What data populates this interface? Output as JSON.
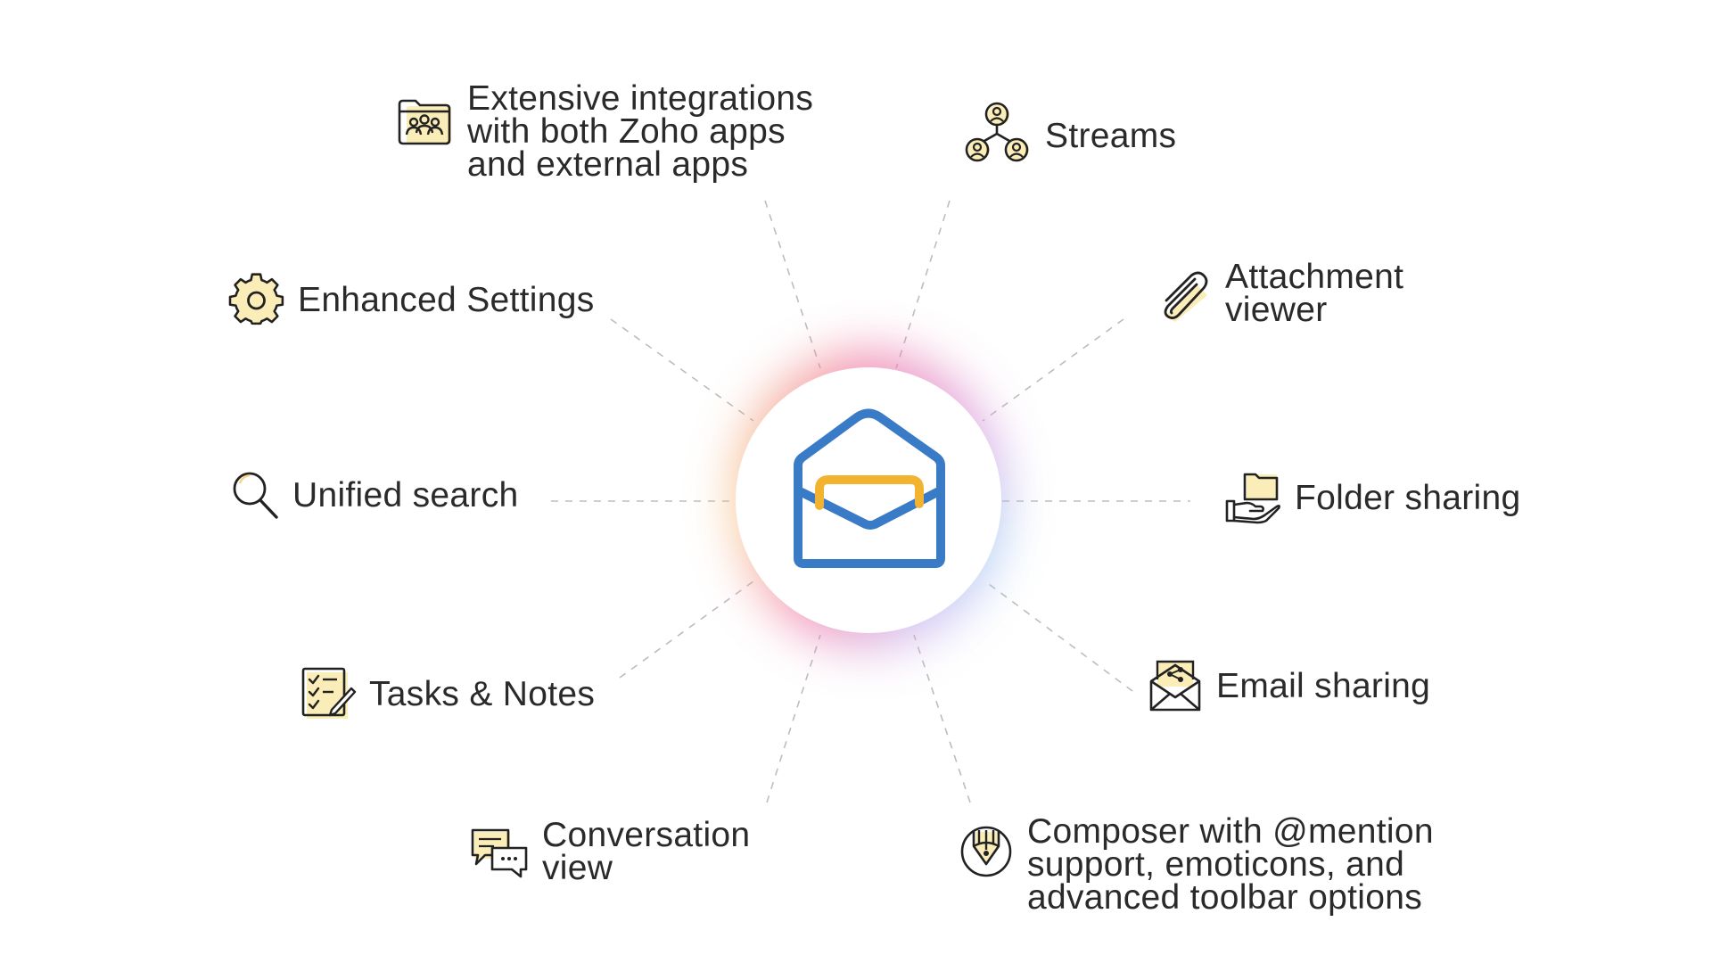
{
  "hub": {
    "icon": "zoho-mail-envelope-icon"
  },
  "colors": {
    "accent_blue": "#3a7bc8",
    "accent_yellow": "#f2b430",
    "icon_fill": "#fbedb7",
    "line": "#bdbdbd",
    "text": "#2a2a2a"
  },
  "features": {
    "integrations": {
      "label": "Extensive integrations\nwith both Zoho apps\nand external apps",
      "icon": "team-folder-icon"
    },
    "streams": {
      "label": "Streams",
      "icon": "people-network-icon"
    },
    "settings": {
      "label": "Enhanced Settings",
      "icon": "gear-icon"
    },
    "attachment": {
      "label": "Attachment\nviewer",
      "icon": "paperclip-icon"
    },
    "search": {
      "label": "Unified search",
      "icon": "magnifier-icon"
    },
    "folder_sharing": {
      "label": "Folder sharing",
      "icon": "folder-hand-icon"
    },
    "tasks": {
      "label": "Tasks & Notes",
      "icon": "checklist-icon"
    },
    "email_sharing": {
      "label": "Email sharing",
      "icon": "envelope-share-icon"
    },
    "conversation": {
      "label": "Conversation\nview",
      "icon": "chat-bubbles-icon"
    },
    "composer": {
      "label": "Composer with @mention\nsupport, emoticons, and\nadvanced toolbar options",
      "icon": "pen-nib-icon"
    }
  }
}
